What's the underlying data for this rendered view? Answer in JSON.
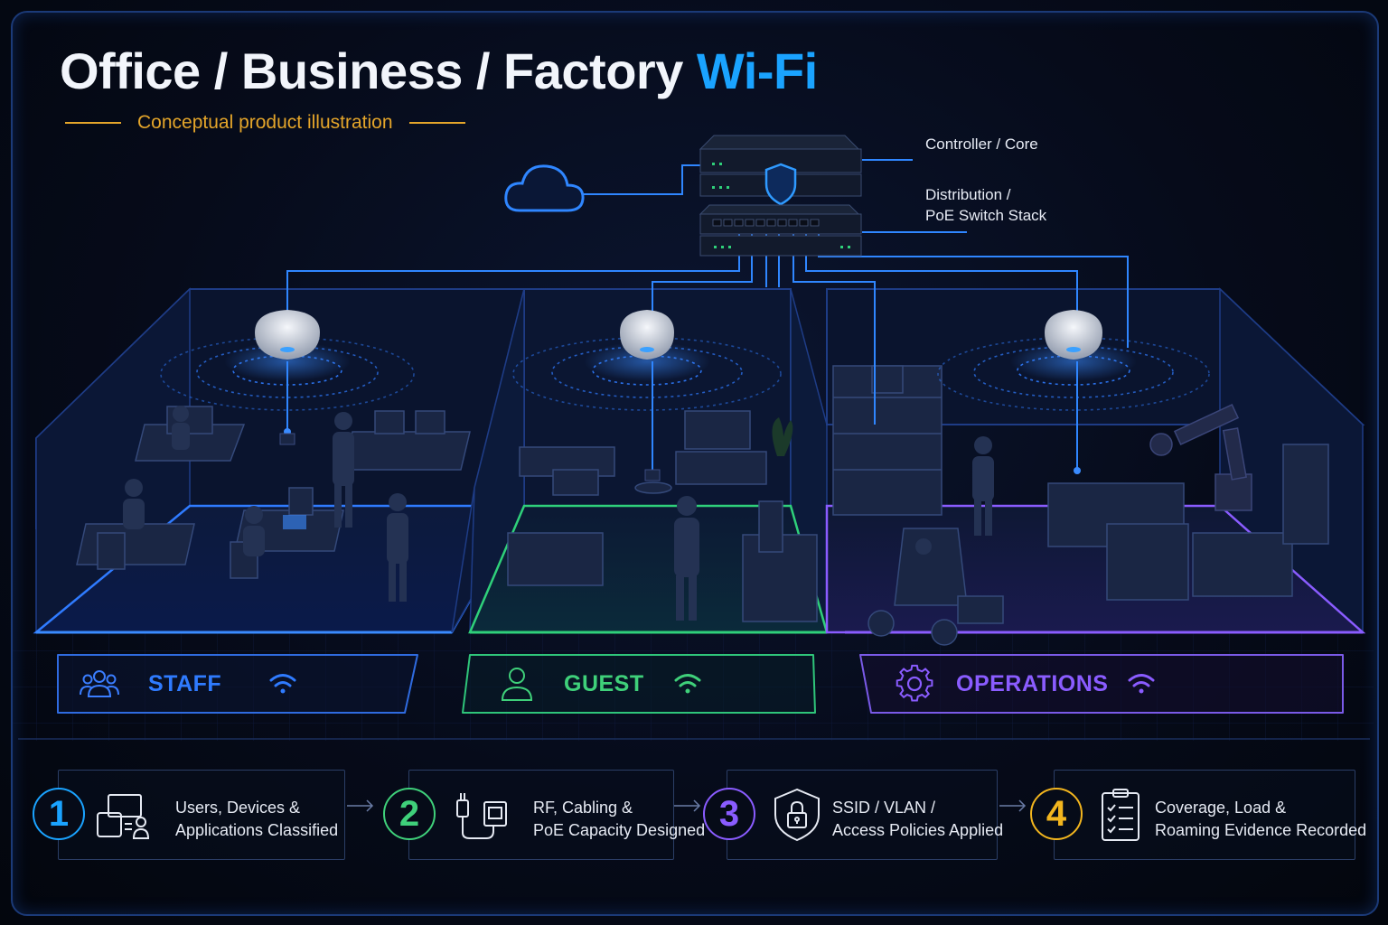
{
  "header": {
    "title_main": "Office / Business / Factory ",
    "title_accent": "Wi-Fi",
    "subtitle": "Conceptual product illustration"
  },
  "network": {
    "controller_label": "Controller / Core",
    "distribution_label_line1": "Distribution /",
    "distribution_label_line2": "PoE Switch Stack"
  },
  "zones": [
    {
      "label": "STAFF",
      "icon": "users-icon",
      "color": "#2f7bff"
    },
    {
      "label": "GUEST",
      "icon": "user-icon",
      "color": "#2fd07a"
    },
    {
      "label": "OPERATIONS",
      "icon": "gear-icon",
      "color": "#8a5cff"
    }
  ],
  "steps": [
    {
      "number": "1",
      "line1": "Users, Devices &",
      "line2": "Applications Classified",
      "icon": "devices-icon",
      "color": "#1aa3ff"
    },
    {
      "number": "2",
      "line1": "RF, Cabling &",
      "line2": "PoE Capacity Designed",
      "icon": "cabling-icon",
      "color": "#3fd07a"
    },
    {
      "number": "3",
      "line1": "SSID / VLAN /",
      "line2": "Access Policies Applied",
      "icon": "shield-lock-icon",
      "color": "#8a5cff"
    },
    {
      "number": "4",
      "line1": "Coverage, Load &",
      "line2": "Roaming Evidence Recorded",
      "icon": "checklist-icon",
      "color": "#f2b51e"
    }
  ],
  "colors": {
    "accent": "#1aa3ff",
    "subtitle": "#e4a52a",
    "frame": "#1b3a78"
  }
}
